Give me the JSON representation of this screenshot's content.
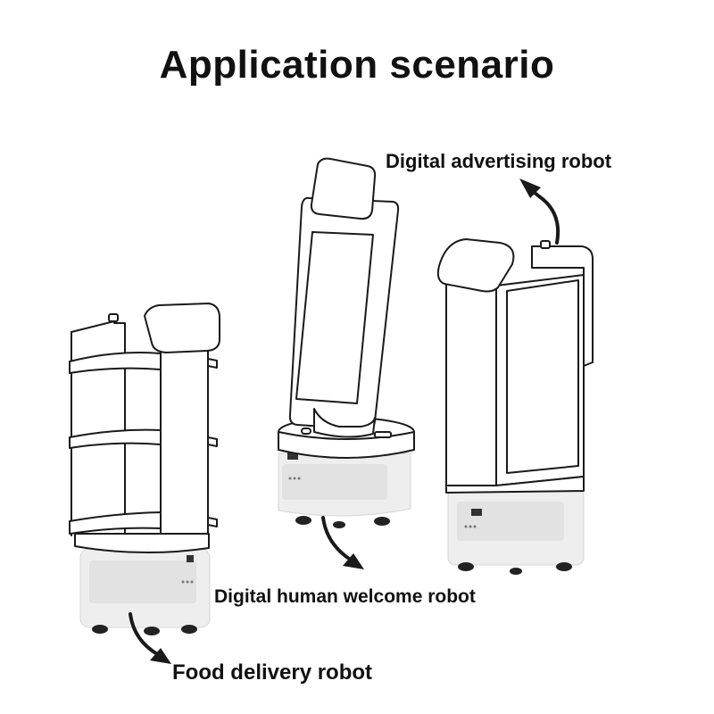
{
  "title": "Application scenario",
  "labels": {
    "advertising": "Digital advertising robot",
    "welcome": "Digital human welcome robot",
    "delivery": "Food delivery robot"
  },
  "colors": {
    "background": "#ffffff",
    "text": "#111111",
    "robot_body": "#ffffff",
    "robot_base": "#eeeeee",
    "outline": "#1a1a1a"
  }
}
